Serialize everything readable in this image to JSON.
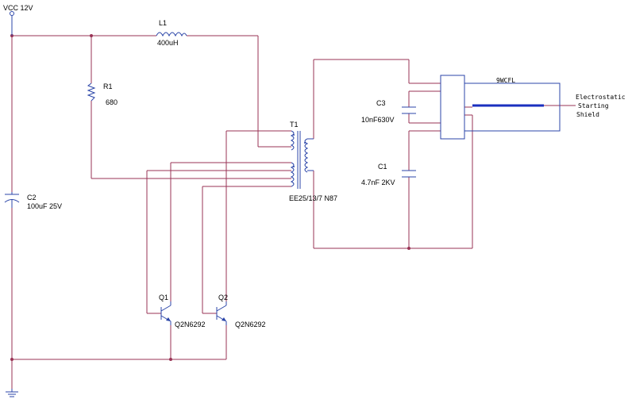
{
  "power": {
    "supply_label": "VCC 12V"
  },
  "components": {
    "L1": {
      "ref": "L1",
      "value": "400uH"
    },
    "R1": {
      "ref": "R1",
      "value": "680"
    },
    "C2": {
      "ref": "C2",
      "value": "100uF 25V"
    },
    "T1": {
      "ref": "T1",
      "value": "EE25/13/7   N87"
    },
    "C3": {
      "ref": "C3",
      "value": "10nF630V"
    },
    "C1": {
      "ref": "C1",
      "value": "4.7nF 2KV"
    },
    "Q1": {
      "ref": "Q1",
      "value": "Q2N6292"
    },
    "Q2": {
      "ref": "Q2",
      "value": "Q2N6292"
    },
    "lamp": {
      "label": "9WCFL"
    },
    "shield": {
      "line1": "Electrostatic",
      "line2": "Starting",
      "line3": "Shield"
    }
  },
  "colors": {
    "wire": "#993355",
    "component": "#2b45a8",
    "lamp_tube": "#1a2fbf",
    "background": "#ffffff"
  }
}
